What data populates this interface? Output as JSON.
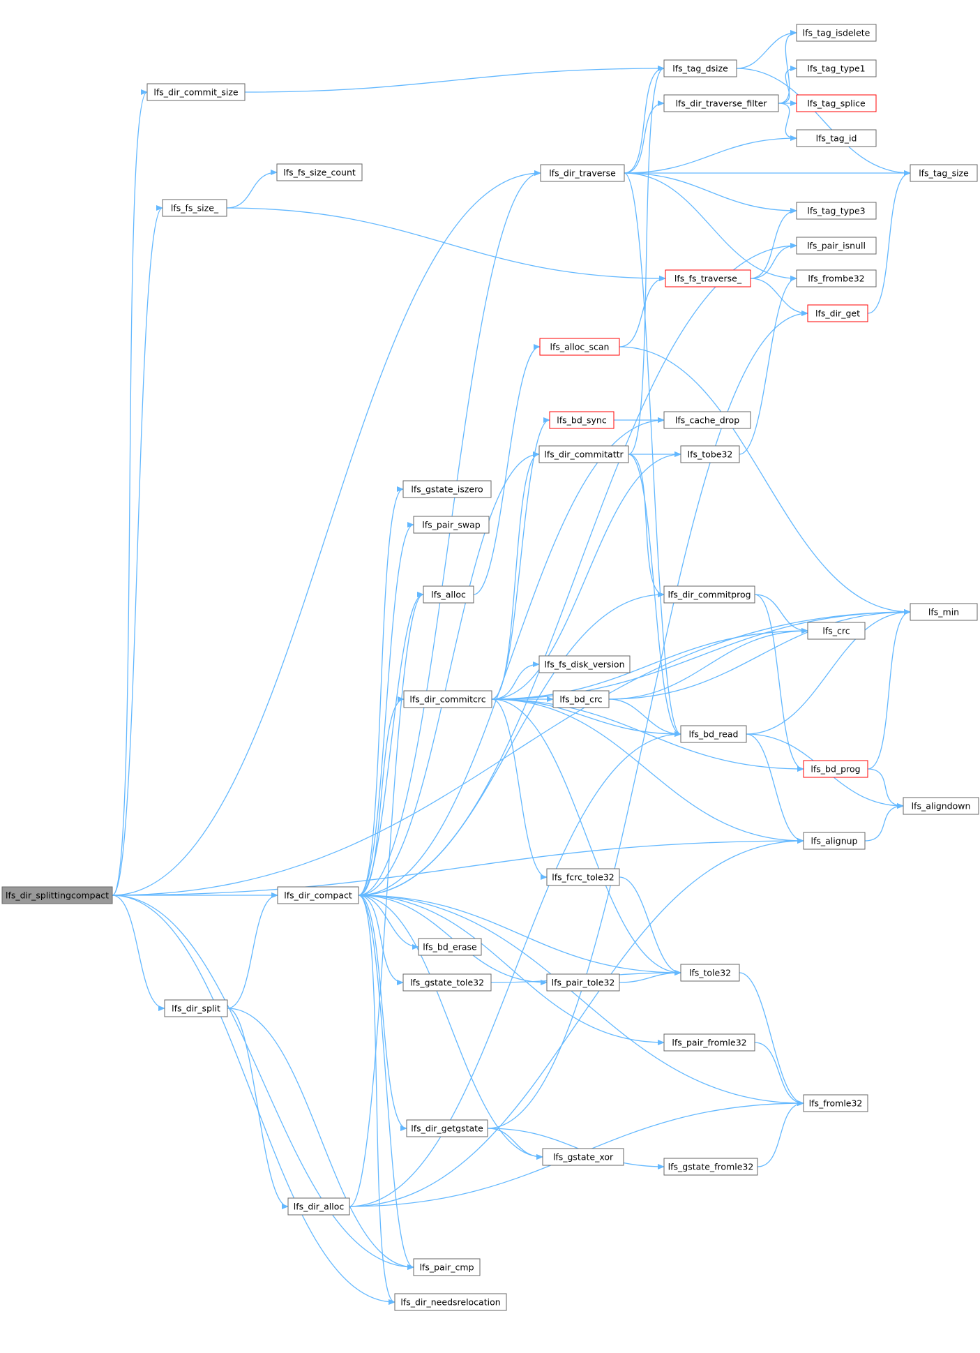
{
  "colors": {
    "edge": "#63b8ff",
    "node_border": "#666666",
    "node_fill": "#ffffff",
    "root_fill": "#999999",
    "root_border": "#666666",
    "warn_border": "#ff0000"
  },
  "nodes": [
    {
      "id": "splittingcompact",
      "label": "lfs_dir_splittingcompact",
      "style": "root"
    },
    {
      "id": "commit_size",
      "label": "lfs_dir_commit_size",
      "style": "normal"
    },
    {
      "id": "fs_size_",
      "label": "lfs_fs_size_",
      "style": "normal"
    },
    {
      "id": "fs_size_count",
      "label": "lfs_fs_size_count",
      "style": "normal"
    },
    {
      "id": "compact",
      "label": "lfs_dir_compact",
      "style": "normal"
    },
    {
      "id": "split",
      "label": "lfs_dir_split",
      "style": "normal"
    },
    {
      "id": "dir_alloc",
      "label": "lfs_dir_alloc",
      "style": "normal"
    },
    {
      "id": "pair_cmp",
      "label": "lfs_pair_cmp",
      "style": "normal"
    },
    {
      "id": "needsreloc",
      "label": "lfs_dir_needsrelocation",
      "style": "normal"
    },
    {
      "id": "tag_dsize",
      "label": "lfs_tag_dsize",
      "style": "normal"
    },
    {
      "id": "tag_isdelete",
      "label": "lfs_tag_isdelete",
      "style": "normal"
    },
    {
      "id": "tag_type1",
      "label": "lfs_tag_type1",
      "style": "normal"
    },
    {
      "id": "traverse_filter",
      "label": "lfs_dir_traverse_filter",
      "style": "normal"
    },
    {
      "id": "tag_splice",
      "label": "lfs_tag_splice",
      "style": "warn"
    },
    {
      "id": "tag_id",
      "label": "lfs_tag_id",
      "style": "normal"
    },
    {
      "id": "traverse",
      "label": "lfs_dir_traverse",
      "style": "normal"
    },
    {
      "id": "tag_size",
      "label": "lfs_tag_size",
      "style": "normal"
    },
    {
      "id": "tag_type3",
      "label": "lfs_tag_type3",
      "style": "normal"
    },
    {
      "id": "pair_isnull",
      "label": "lfs_pair_isnull",
      "style": "normal"
    },
    {
      "id": "fs_traverse_",
      "label": "lfs_fs_traverse_",
      "style": "warn"
    },
    {
      "id": "frombe32",
      "label": "lfs_frombe32",
      "style": "normal"
    },
    {
      "id": "dir_get",
      "label": "lfs_dir_get",
      "style": "warn"
    },
    {
      "id": "alloc_scan",
      "label": "lfs_alloc_scan",
      "style": "warn"
    },
    {
      "id": "bd_sync",
      "label": "lfs_bd_sync",
      "style": "warn"
    },
    {
      "id": "cache_drop",
      "label": "lfs_cache_drop",
      "style": "normal"
    },
    {
      "id": "commitattr",
      "label": "lfs_dir_commitattr",
      "style": "normal"
    },
    {
      "id": "tobe32",
      "label": "lfs_tobe32",
      "style": "normal"
    },
    {
      "id": "gstate_iszero",
      "label": "lfs_gstate_iszero",
      "style": "normal"
    },
    {
      "id": "pair_swap",
      "label": "lfs_pair_swap",
      "style": "normal"
    },
    {
      "id": "alloc",
      "label": "lfs_alloc",
      "style": "normal"
    },
    {
      "id": "commitprog",
      "label": "lfs_dir_commitprog",
      "style": "normal"
    },
    {
      "id": "min",
      "label": "lfs_min",
      "style": "normal"
    },
    {
      "id": "crc",
      "label": "lfs_crc",
      "style": "normal"
    },
    {
      "id": "fs_disk_version",
      "label": "lfs_fs_disk_version",
      "style": "normal"
    },
    {
      "id": "commitcrc",
      "label": "lfs_dir_commitcrc",
      "style": "normal"
    },
    {
      "id": "bd_crc",
      "label": "lfs_bd_crc",
      "style": "normal"
    },
    {
      "id": "bd_read",
      "label": "lfs_bd_read",
      "style": "normal"
    },
    {
      "id": "bd_prog",
      "label": "lfs_bd_prog",
      "style": "warn"
    },
    {
      "id": "aligndown",
      "label": "lfs_aligndown",
      "style": "normal"
    },
    {
      "id": "alignup",
      "label": "lfs_alignup",
      "style": "normal"
    },
    {
      "id": "fcrc_tole32",
      "label": "lfs_fcrc_tole32",
      "style": "normal"
    },
    {
      "id": "bd_erase",
      "label": "lfs_bd_erase",
      "style": "normal"
    },
    {
      "id": "gstate_tole32",
      "label": "lfs_gstate_tole32",
      "style": "normal"
    },
    {
      "id": "pair_tole32",
      "label": "lfs_pair_tole32",
      "style": "normal"
    },
    {
      "id": "tole32",
      "label": "lfs_tole32",
      "style": "normal"
    },
    {
      "id": "pair_fromle32",
      "label": "lfs_pair_fromle32",
      "style": "normal"
    },
    {
      "id": "fromle32",
      "label": "lfs_fromle32",
      "style": "normal"
    },
    {
      "id": "getgstate",
      "label": "lfs_dir_getgstate",
      "style": "normal"
    },
    {
      "id": "gstate_xor",
      "label": "lfs_gstate_xor",
      "style": "normal"
    },
    {
      "id": "gstate_fromle32",
      "label": "lfs_gstate_fromle32",
      "style": "normal"
    }
  ],
  "edges": [
    [
      "splittingcompact",
      "commit_size"
    ],
    [
      "splittingcompact",
      "traverse"
    ],
    [
      "splittingcompact",
      "fs_size_"
    ],
    [
      "splittingcompact",
      "min"
    ],
    [
      "splittingcompact",
      "compact"
    ],
    [
      "splittingcompact",
      "split"
    ],
    [
      "splittingcompact",
      "pair_cmp"
    ],
    [
      "splittingcompact",
      "needsreloc"
    ],
    [
      "splittingcompact",
      "alignup"
    ],
    [
      "commit_size",
      "tag_dsize"
    ],
    [
      "fs_size_",
      "fs_size_count"
    ],
    [
      "fs_size_",
      "fs_traverse_"
    ],
    [
      "compact",
      "traverse"
    ],
    [
      "compact",
      "pair_isnull"
    ],
    [
      "compact",
      "cache_drop"
    ],
    [
      "compact",
      "gstate_iszero"
    ],
    [
      "compact",
      "pair_swap"
    ],
    [
      "compact",
      "alloc"
    ],
    [
      "compact",
      "commitattr"
    ],
    [
      "compact",
      "commitprog"
    ],
    [
      "compact",
      "commitcrc"
    ],
    [
      "compact",
      "bd_erase"
    ],
    [
      "compact",
      "gstate_tole32"
    ],
    [
      "compact",
      "pair_tole32"
    ],
    [
      "compact",
      "tole32"
    ],
    [
      "compact",
      "pair_fromle32"
    ],
    [
      "compact",
      "fromle32"
    ],
    [
      "compact",
      "getgstate"
    ],
    [
      "compact",
      "gstate_xor"
    ],
    [
      "compact",
      "pair_cmp"
    ],
    [
      "compact",
      "needsreloc"
    ],
    [
      "split",
      "compact"
    ],
    [
      "split",
      "dir_alloc"
    ],
    [
      "split",
      "pair_cmp"
    ],
    [
      "dir_alloc",
      "alloc"
    ],
    [
      "dir_alloc",
      "bd_read"
    ],
    [
      "dir_alloc",
      "alignup"
    ],
    [
      "dir_alloc",
      "fromle32"
    ],
    [
      "tag_dsize",
      "tag_isdelete"
    ],
    [
      "tag_dsize",
      "tag_size"
    ],
    [
      "traverse_filter",
      "tag_isdelete"
    ],
    [
      "traverse_filter",
      "tag_type1"
    ],
    [
      "traverse_filter",
      "tag_splice"
    ],
    [
      "traverse_filter",
      "tag_id"
    ],
    [
      "traverse",
      "tag_dsize"
    ],
    [
      "traverse",
      "traverse_filter"
    ],
    [
      "traverse",
      "tag_id"
    ],
    [
      "traverse",
      "tag_size"
    ],
    [
      "traverse",
      "tag_type3"
    ],
    [
      "traverse",
      "frombe32"
    ],
    [
      "traverse",
      "bd_read"
    ],
    [
      "fs_traverse_",
      "pair_isnull"
    ],
    [
      "fs_traverse_",
      "tag_type3"
    ],
    [
      "fs_traverse_",
      "dir_get"
    ],
    [
      "dir_get",
      "tag_size"
    ],
    [
      "alloc_scan",
      "fs_traverse_"
    ],
    [
      "alloc_scan",
      "min"
    ],
    [
      "bd_sync",
      "cache_drop"
    ],
    [
      "commitattr",
      "tag_dsize"
    ],
    [
      "commitattr",
      "tobe32"
    ],
    [
      "commitattr",
      "commitprog"
    ],
    [
      "commitattr",
      "bd_read"
    ],
    [
      "tobe32",
      "frombe32"
    ],
    [
      "alloc",
      "alloc_scan"
    ],
    [
      "commitprog",
      "crc"
    ],
    [
      "commitprog",
      "bd_prog"
    ],
    [
      "commitcrc",
      "bd_sync"
    ],
    [
      "commitcrc",
      "commitattr"
    ],
    [
      "commitcrc",
      "tobe32"
    ],
    [
      "commitcrc",
      "min"
    ],
    [
      "commitcrc",
      "crc"
    ],
    [
      "commitcrc",
      "fs_disk_version"
    ],
    [
      "commitcrc",
      "bd_crc"
    ],
    [
      "commitcrc",
      "bd_read"
    ],
    [
      "commitcrc",
      "bd_prog"
    ],
    [
      "commitcrc",
      "alignup"
    ],
    [
      "commitcrc",
      "fcrc_tole32"
    ],
    [
      "commitcrc",
      "tole32"
    ],
    [
      "bd_crc",
      "crc"
    ],
    [
      "bd_crc",
      "min"
    ],
    [
      "bd_crc",
      "bd_read"
    ],
    [
      "bd_read",
      "min"
    ],
    [
      "bd_read",
      "alignup"
    ],
    [
      "bd_read",
      "aligndown"
    ],
    [
      "bd_prog",
      "min"
    ],
    [
      "bd_prog",
      "aligndown"
    ],
    [
      "alignup",
      "aligndown"
    ],
    [
      "fcrc_tole32",
      "tole32"
    ],
    [
      "gstate_tole32",
      "tole32"
    ],
    [
      "pair_tole32",
      "tole32"
    ],
    [
      "tole32",
      "fromle32"
    ],
    [
      "pair_fromle32",
      "fromle32"
    ],
    [
      "getgstate",
      "dir_get"
    ],
    [
      "getgstate",
      "gstate_xor"
    ],
    [
      "getgstate",
      "gstate_fromle32"
    ],
    [
      "gstate_fromle32",
      "fromle32"
    ]
  ]
}
